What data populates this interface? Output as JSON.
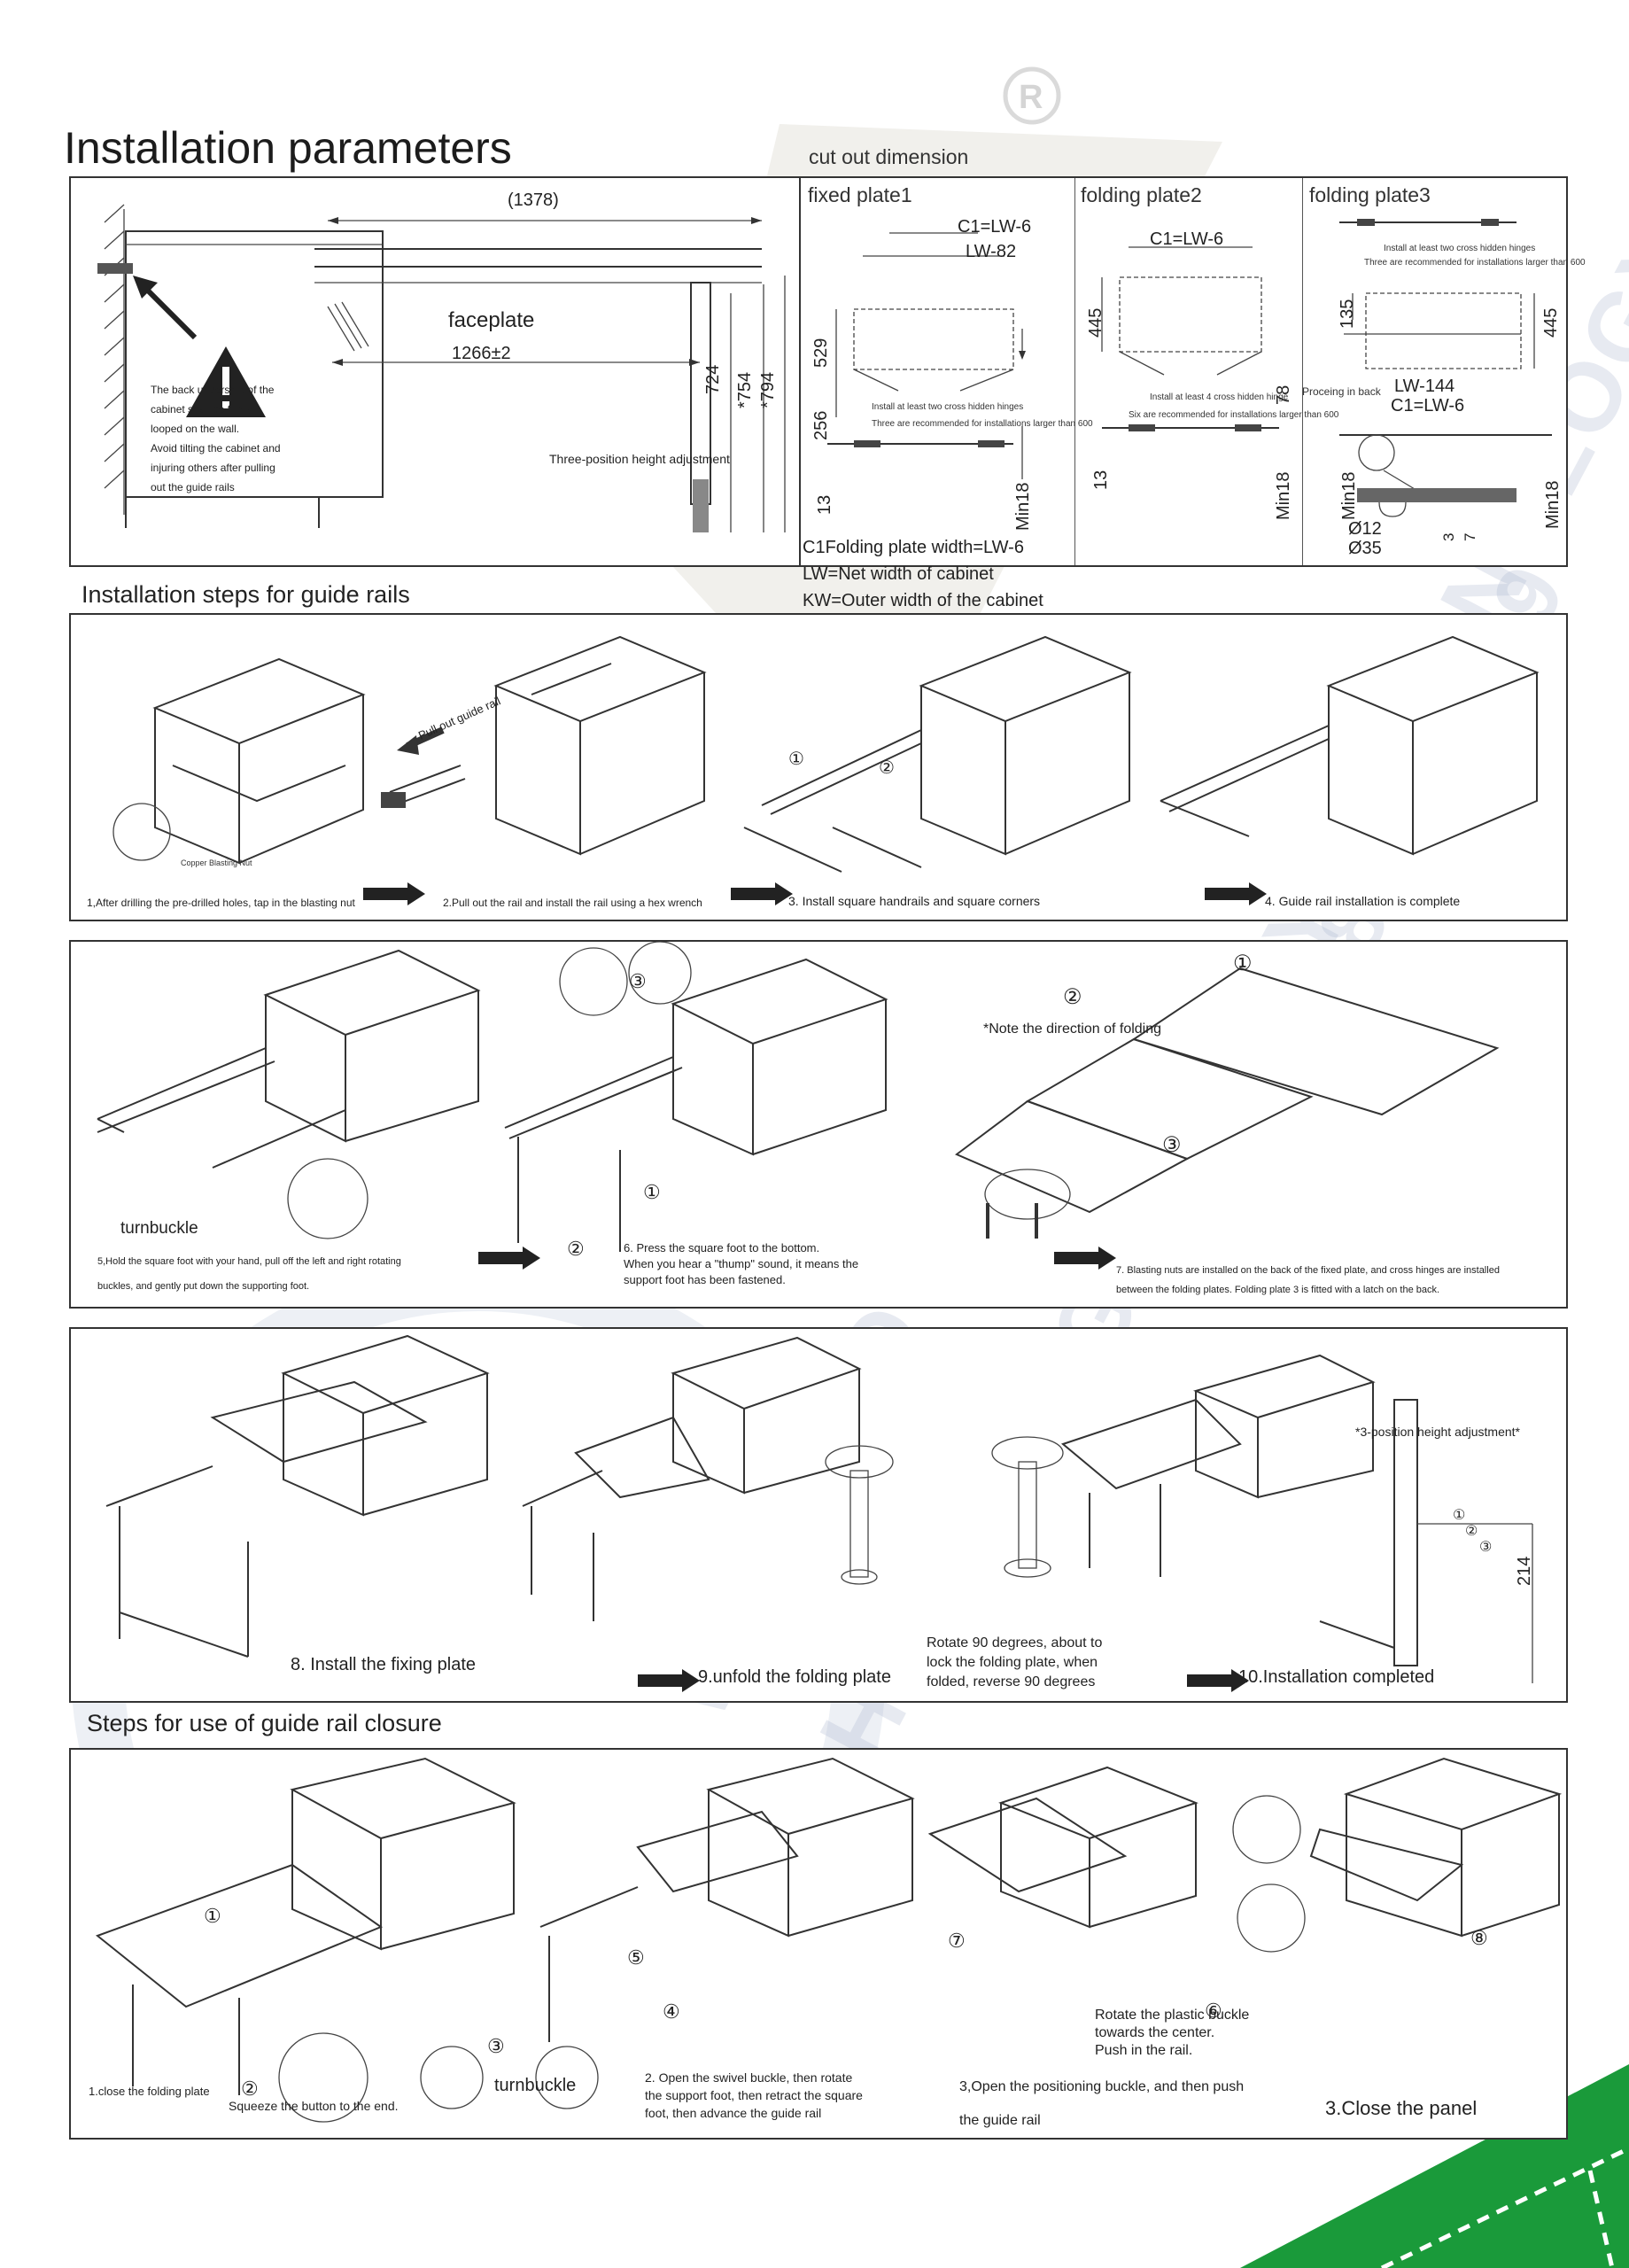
{
  "header": {
    "title": "Installation parameters",
    "cutout_label": "cut out dimension"
  },
  "params": {
    "dim_1378": "(1378)",
    "dim_1266": "1266±2",
    "faceplate": "faceplate",
    "dim_724": "724",
    "dim_754": "*754",
    "dim_794": "*794",
    "warning_text": [
      "The back undershirt of the",
      "cabinet shall be firmly",
      "looped on the wall.",
      "Avoid tilting the cabinet and",
      "injuring others after pulling",
      "out the guide rails"
    ],
    "height_adjust": "Three-position height adjustment",
    "plate1": {
      "title": "fixed plate1",
      "c1": "C1=LW-6",
      "lw82": "LW-82",
      "d529": "529",
      "d256": "256",
      "d13": "13",
      "min18": "Min18",
      "note1": "Install at least two cross hidden hinges",
      "note2": "Three are recommended for installations larger than 600"
    },
    "plate2": {
      "title": "folding plate2",
      "c1": "C1=LW-6",
      "d445": "445",
      "d13": "13",
      "d78": "78",
      "min18": "Min18",
      "note1": "Install at least 4 cross hidden hinge",
      "note2": "Six are recommended for installations larger than 600"
    },
    "plate3": {
      "title": "folding plate3",
      "note1": "Install at least two cross hidden hinges",
      "note2": "Three are recommended for installations larger than 600",
      "d135": "135",
      "d445": "445",
      "proceeding": "Proceing in back",
      "lw144": "LW-144",
      "c1": "C1=LW-6",
      "min18": "Min18",
      "d12": "Ø12",
      "d35": "Ø35",
      "d3": "3",
      "d7": "7"
    },
    "legend": [
      "C1Folding plate width=LW-6",
      "LW=Net width of cabinet",
      "KW=Outer width of the cabinet"
    ]
  },
  "section2": {
    "title": "Installation steps for guide rails",
    "copper_nut": "Copper Blasting Nut",
    "pull_out": "Pull out guide rail",
    "steps": [
      "1,After drilling the pre-drilled holes, tap in the blasting nut",
      "2.Pull out the rail and install the rail using a hex wrench",
      "3. Install square handrails and square corners",
      "4. Guide rail installation is complete"
    ]
  },
  "section3": {
    "turnbuckle": "turnbuckle",
    "step5": [
      "5,Hold the square foot with your hand, pull off the left and right rotating",
      "buckles, and gently put down the supporting foot."
    ],
    "step6": [
      "6. Press the square foot to the bottom.",
      "When you hear a \"thump\" sound, it means the",
      "support foot has been fastened."
    ],
    "note_direction": "*Note the direction of folding",
    "step7": [
      "7. Blasting nuts are installed on the back of the fixed plate, and cross hinges are installed",
      "between the folding plates. Folding plate 3 is fitted with a latch on the back."
    ]
  },
  "section4": {
    "step8": "8. Install the fixing plate",
    "step9": "9.unfold the folding plate",
    "rotate": [
      "Rotate 90 degrees, about to",
      "lock the folding plate, when",
      "folded, reverse 90 degrees"
    ],
    "step10": "10.Installation completed",
    "height_note": "*3-position height adjustment*",
    "d214": "214"
  },
  "section5": {
    "title": "Steps for use of guide rail closure",
    "close_plate": "1.close the folding plate",
    "squeeze": "Squeeze the button to the end.",
    "turnbuckle": "turnbuckle",
    "step2": [
      "2. Open the swivel buckle, then rotate",
      "the support foot, then retract the square",
      "foot, then advance the guide rail"
    ],
    "rotate_buckle": [
      "Rotate the plastic buckle",
      "towards the center.",
      "Push in the rail."
    ],
    "step3a": "3,Open the positioning buckle, and then push",
    "step3b": "the guide rail",
    "close_panel": "3.Close the panel"
  },
  "circled": [
    "①",
    "②",
    "③",
    "④",
    "⑤",
    "⑥",
    "⑦",
    "⑧"
  ],
  "colors": {
    "accent_green": "#1a9a3a",
    "line": "#333333",
    "watermark": "#aab4cd"
  }
}
